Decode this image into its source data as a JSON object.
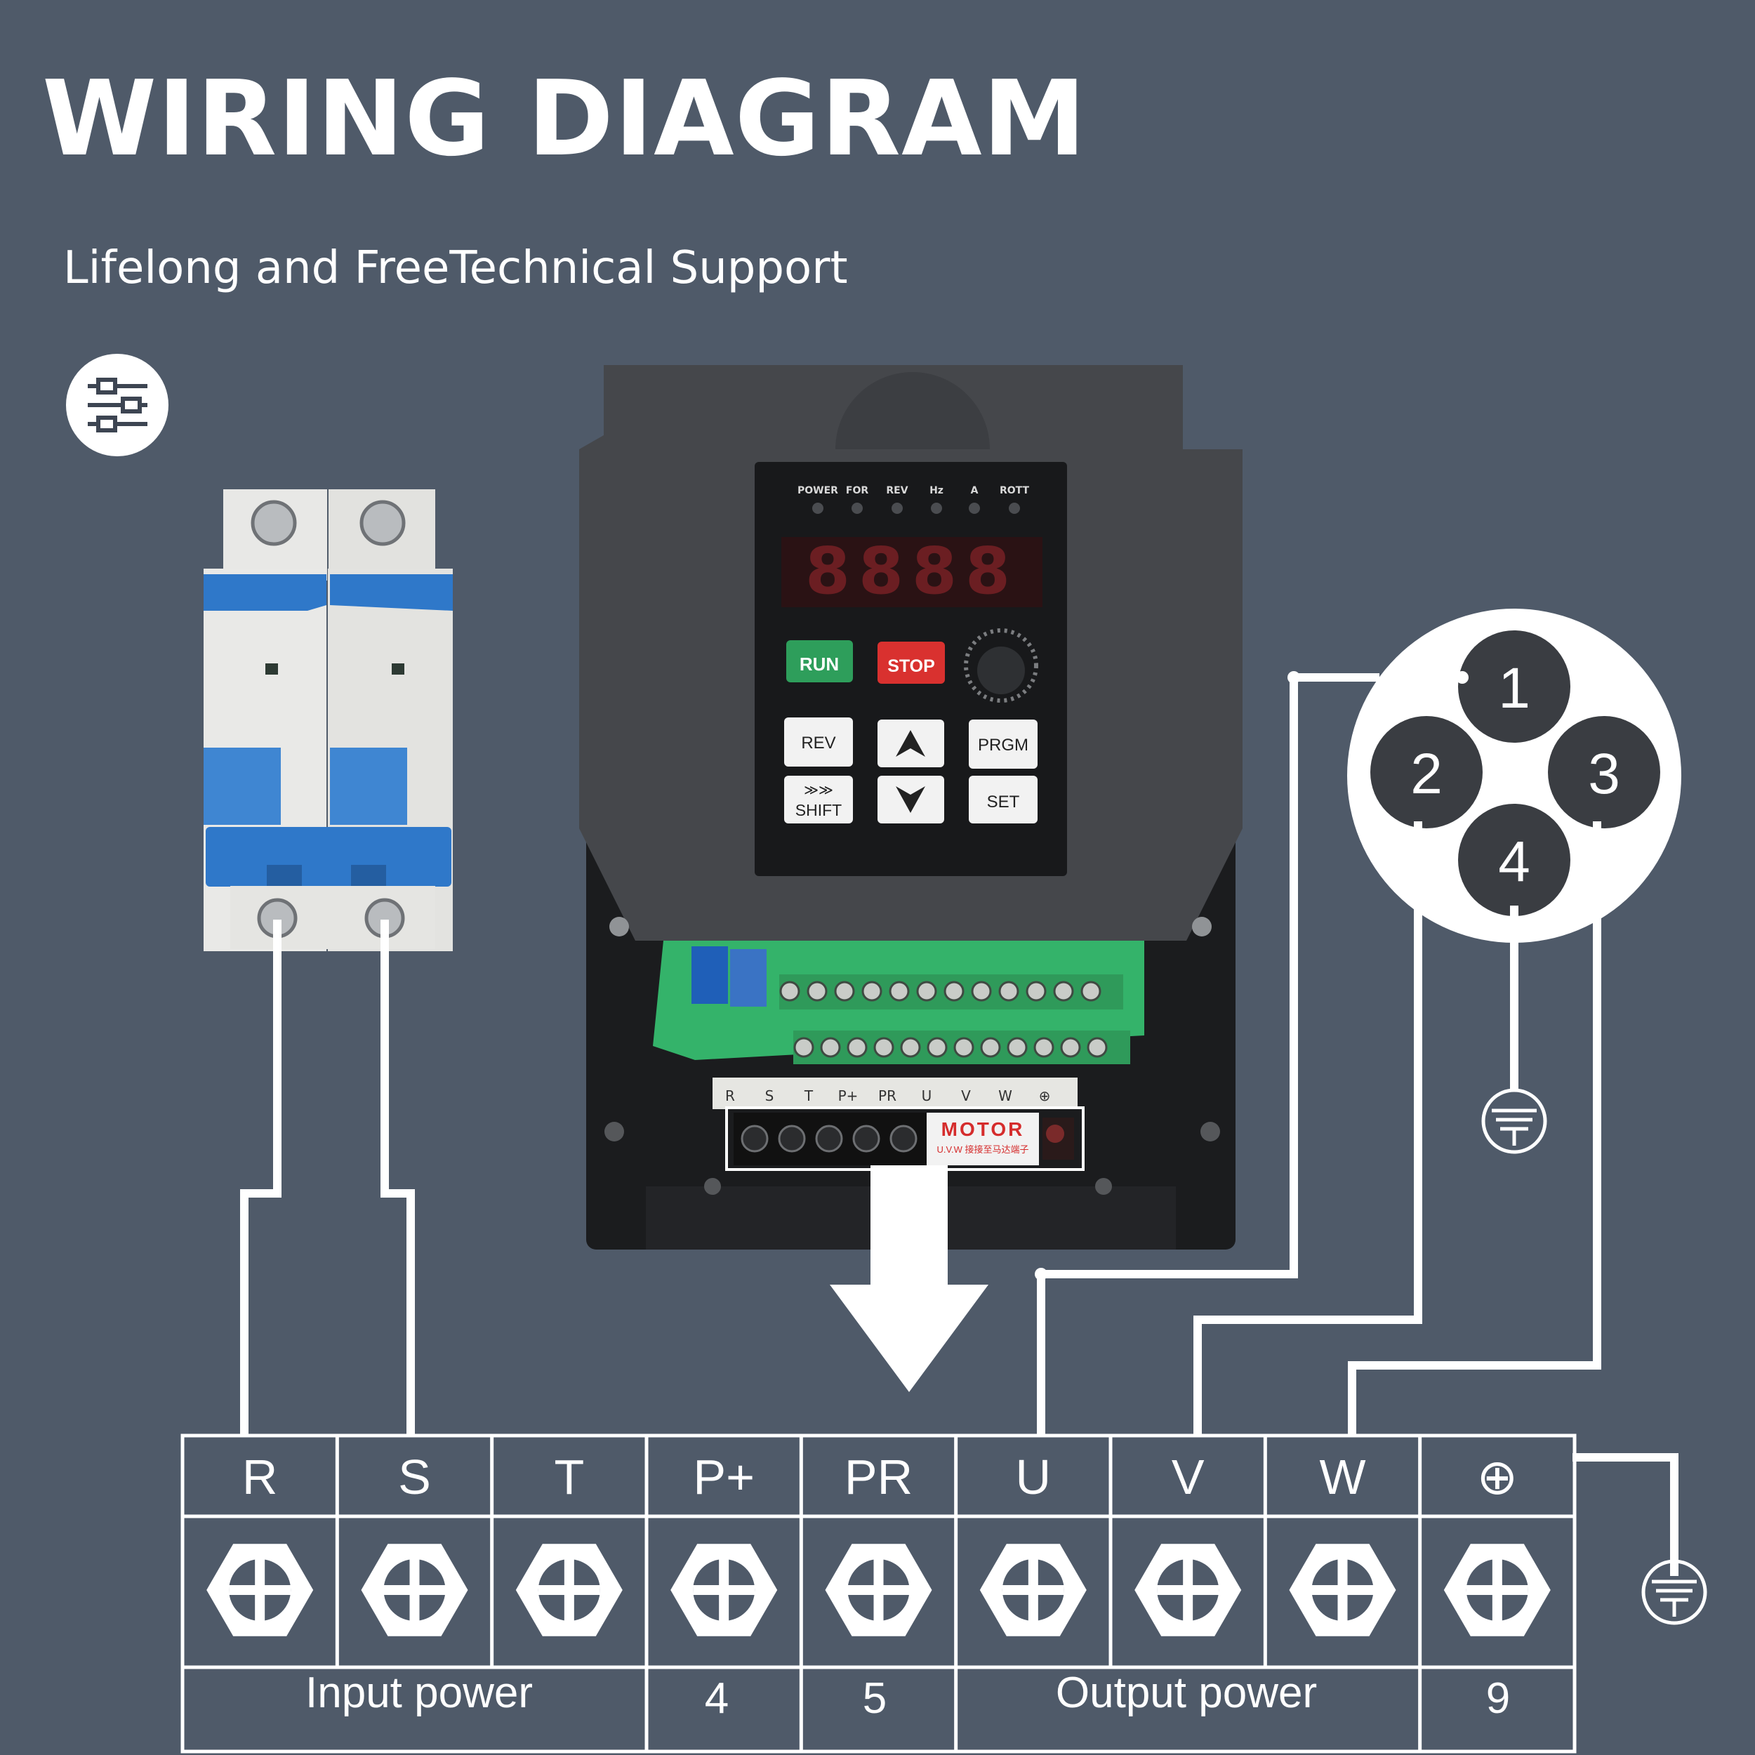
{
  "header": {
    "title": "WIRING DIAGRAM",
    "subtitle": "Lifelong and FreeTechnical Support",
    "settings_icon": "sliders-icon"
  },
  "inverter": {
    "indicators": [
      "POWER",
      "FOR",
      "REV",
      "Hz",
      "A",
      "ROTT"
    ],
    "display": "8888",
    "buttons": {
      "run": "RUN",
      "stop": "STOP",
      "rev": "REV",
      "prgm": "PRGM",
      "shift_arrows": "≫≫",
      "shift": "SHIFT",
      "set": "SET"
    },
    "motor_label": "MOTOR",
    "motor_sub": "U.V.W 接接至马达端子",
    "strip_labels": [
      "R",
      "S",
      "T",
      "P+",
      "PR",
      "U",
      "V",
      "W",
      "⊕"
    ]
  },
  "motor_connector": {
    "pins": [
      "1",
      "2",
      "3",
      "4"
    ]
  },
  "terminal_block": {
    "labels": [
      "R",
      "S",
      "T",
      "P+",
      "PR",
      "U",
      "V",
      "W",
      "⊕"
    ],
    "footer": {
      "input": "Input power",
      "p_plus": "4",
      "pr": "5",
      "output": "Output power",
      "ground": "9"
    }
  },
  "colors": {
    "background": "#4f5a69",
    "run": "#2e9e5b",
    "stop": "#d9312f",
    "breaker_blue": "#2f78c9",
    "pcb_green": "#34b36a"
  }
}
